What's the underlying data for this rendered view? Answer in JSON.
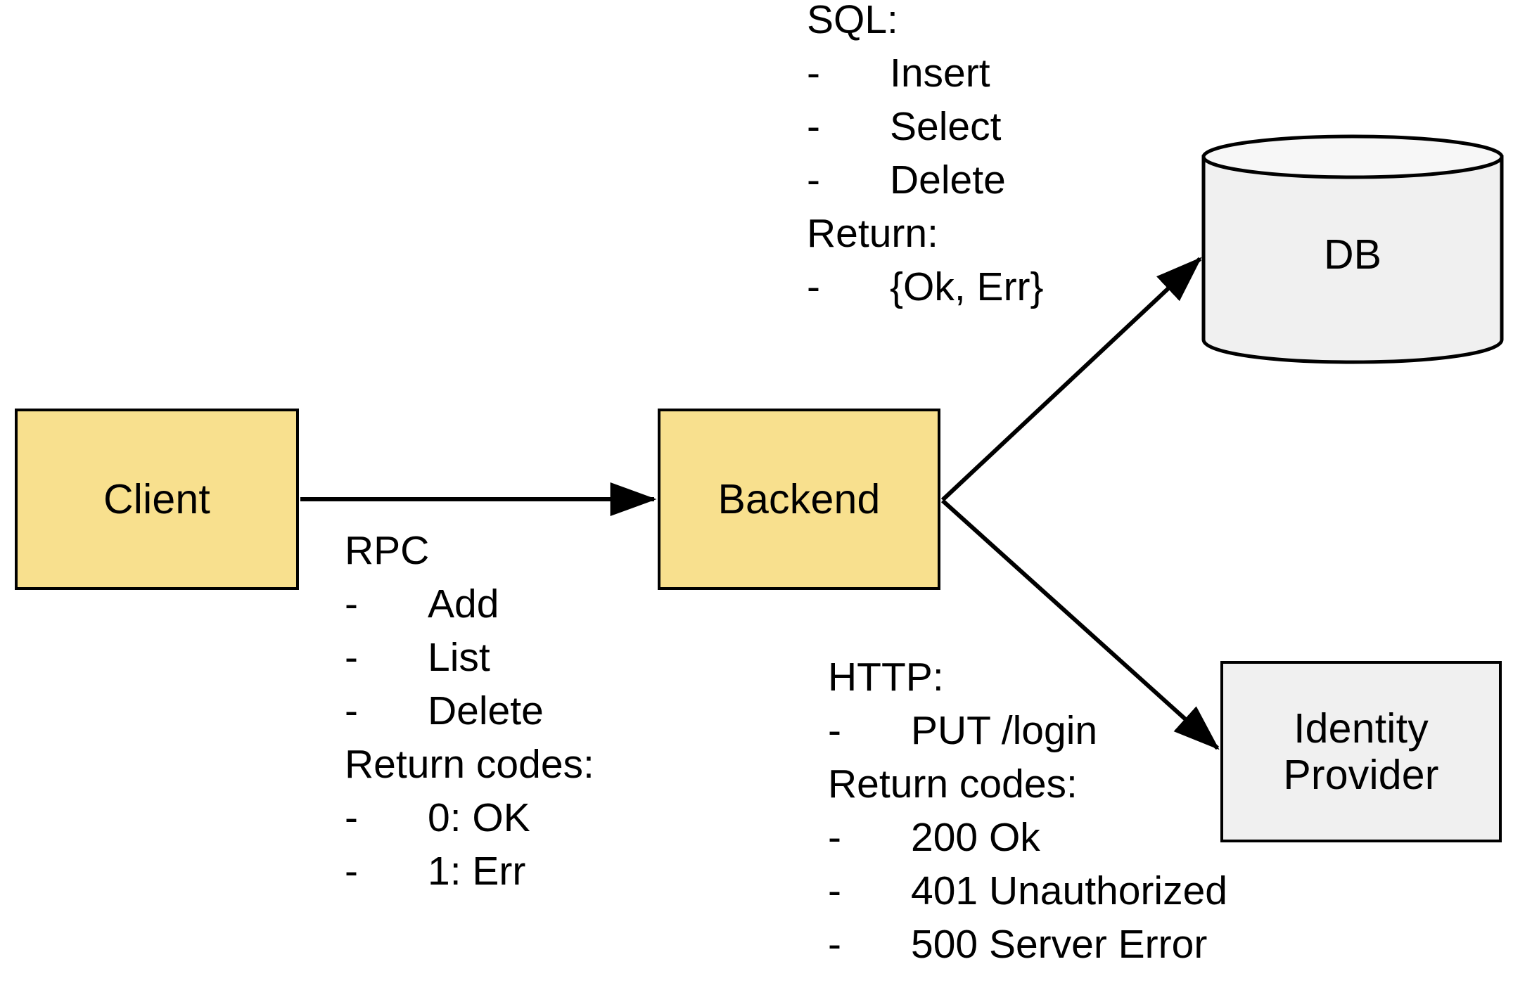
{
  "diagram": {
    "title": "Client / Backend architecture diagram",
    "colors": {
      "node_fill_primary": "#F8E08E",
      "node_fill_secondary": "#F0F0F0",
      "stroke": "#000000",
      "background": "#FFFFFF"
    },
    "nodes": {
      "client": {
        "label": "Client",
        "shape": "rectangle",
        "fill": "#F8E08E"
      },
      "backend": {
        "label": "Backend",
        "shape": "rectangle",
        "fill": "#F8E08E"
      },
      "db": {
        "label": "DB",
        "shape": "cylinder",
        "fill": "#F0F0F0"
      },
      "identity_provider": {
        "label": "Identity\nProvider",
        "shape": "rectangle",
        "fill": "#F0F0F0"
      }
    },
    "edges": [
      {
        "from": "Client",
        "to": "Backend",
        "direction": "right",
        "annotation": "rpc"
      },
      {
        "from": "Backend",
        "to": "DB",
        "direction": "up-right",
        "annotation": "sql"
      },
      {
        "from": "Backend",
        "to": "Identity Provider",
        "direction": "down-right",
        "annotation": "http"
      }
    ],
    "annotations": {
      "sql": {
        "heading_1": "SQL:",
        "items_1": [
          "Insert",
          "Select",
          "Delete"
        ],
        "heading_2": "Return:",
        "items_2": [
          "{Ok, Err}"
        ],
        "bullet": "-"
      },
      "rpc": {
        "heading_1": "RPC",
        "items_1": [
          "Add",
          "List",
          "Delete"
        ],
        "heading_2": "Return codes:",
        "items_2": [
          "0: OK",
          "1: Err"
        ],
        "bullet": "-"
      },
      "http": {
        "heading_1": "HTTP:",
        "items_1": [
          "PUT /login"
        ],
        "heading_2": "Return codes:",
        "items_2": [
          "200 Ok",
          "401 Unauthorized",
          "500 Server Error"
        ],
        "bullet": "-"
      }
    }
  }
}
